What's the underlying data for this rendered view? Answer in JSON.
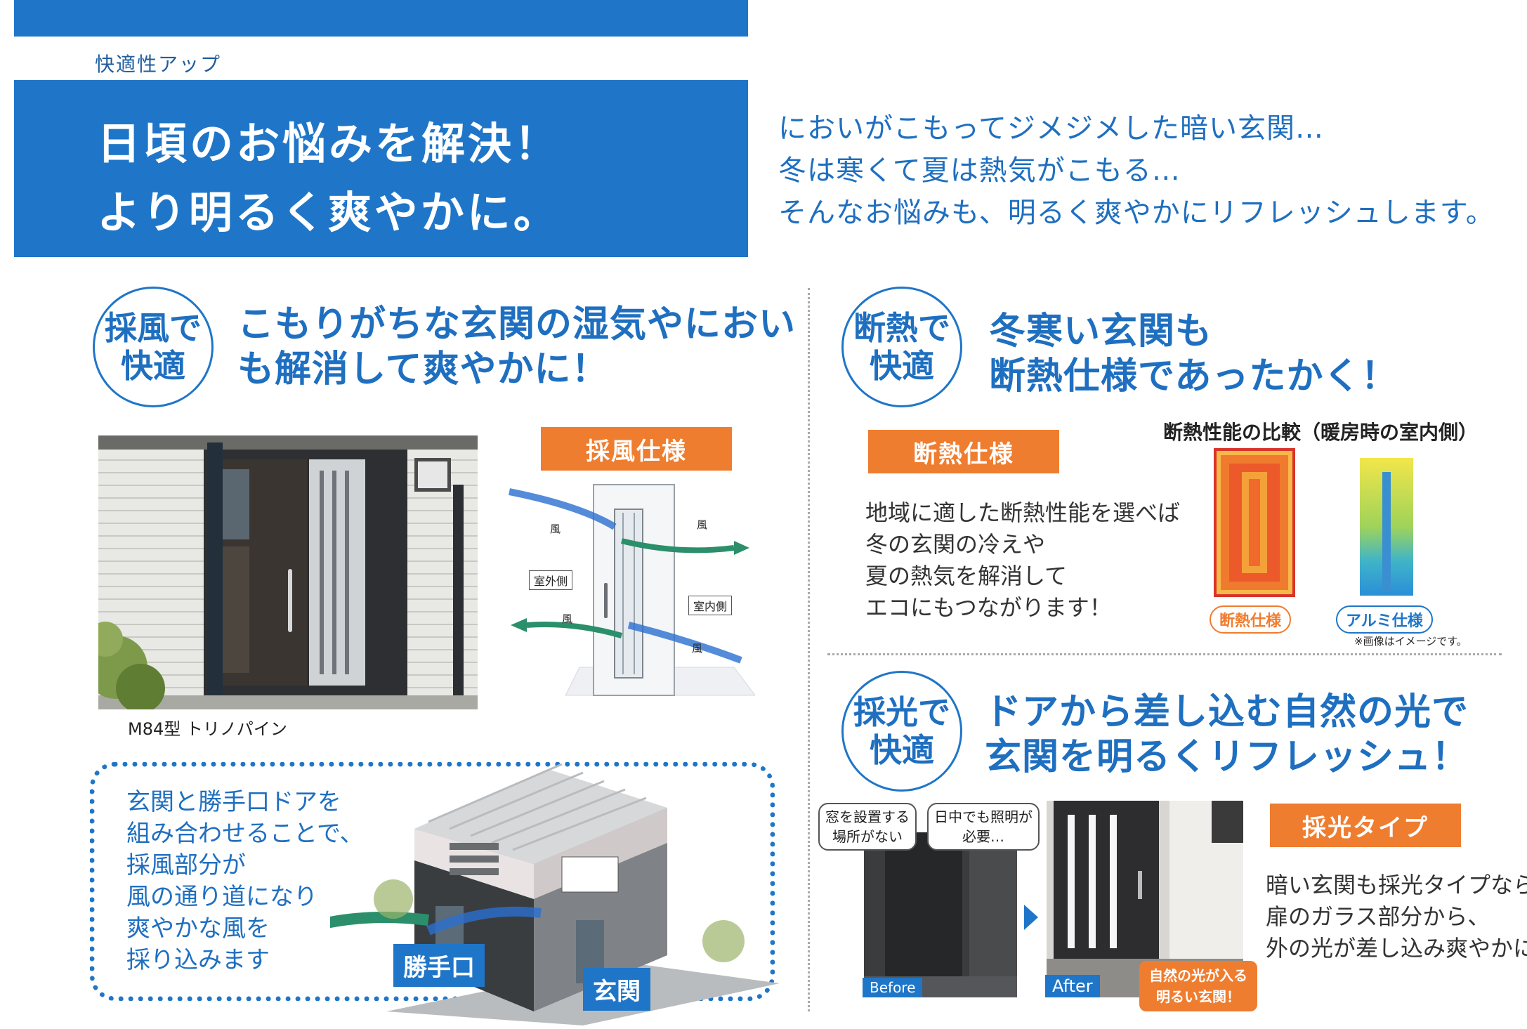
{
  "header": {
    "category": "快適性アップ",
    "hero_lines": [
      "日頃のお悩みを解決！",
      "より明るく爽やかに。"
    ]
  },
  "intro": [
    "においがこもってジメジメした暗い玄関…",
    "冬は寒くて夏は熱気がこもる…",
    "そんなお悩みも、明るく爽やかにリフレッシュします。"
  ],
  "ventilation": {
    "badge": [
      "採風で",
      "快適"
    ],
    "heading": [
      "こもりがちな玄関の湿気やにおい",
      "も解消して爽やかに！"
    ],
    "photo_caption": "M84型 トリノパイン",
    "spec_tag": "採風仕様",
    "wind_label": "風",
    "outside_label": "室外側",
    "inside_label": "室内側",
    "combo_text": [
      "玄関と勝手口ドアを",
      "組み合わせることで、",
      "採風部分が",
      "風の通り道になり",
      "爽やかな風を",
      "採り込みます"
    ],
    "back_door_label": "勝手口",
    "entrance_label": "玄関"
  },
  "insulation": {
    "badge": [
      "断熱で",
      "快適"
    ],
    "heading": [
      "冬寒い玄関も",
      "断熱仕様であったかく！"
    ],
    "spec_tag": "断熱仕様",
    "body": [
      "地域に適した断熱性能を選べば",
      "冬の玄関の冷えや",
      "夏の熱気を解消して",
      "エコにもつながります！"
    ],
    "comparison_title": "断熱性能の比較（暖房時の室内側）",
    "insulated_label": "断熱仕様",
    "aluminum_label": "アルミ仕様",
    "note": "※画像はイメージです。"
  },
  "daylight": {
    "badge": [
      "採光で",
      "快適"
    ],
    "heading": [
      "ドアから差し込む自然の光で",
      "玄関を明るくリフレッシュ！"
    ],
    "bubble1": [
      "窓を設置する",
      "場所がない"
    ],
    "bubble2": [
      "日中でも照明が",
      "必要…"
    ],
    "before_label": "Before",
    "after_label": "After",
    "after_callout": [
      "自然の光が入る",
      "明るい玄関！"
    ],
    "type_tag": "採光タイプ",
    "body": [
      "暗い玄関も採光タイプなら",
      "扉のガラス部分から、",
      "外の光が差し込み爽やかに！"
    ]
  },
  "colors": {
    "brand_blue": "#1f76c8",
    "accent_orange": "#ef7d2f"
  }
}
